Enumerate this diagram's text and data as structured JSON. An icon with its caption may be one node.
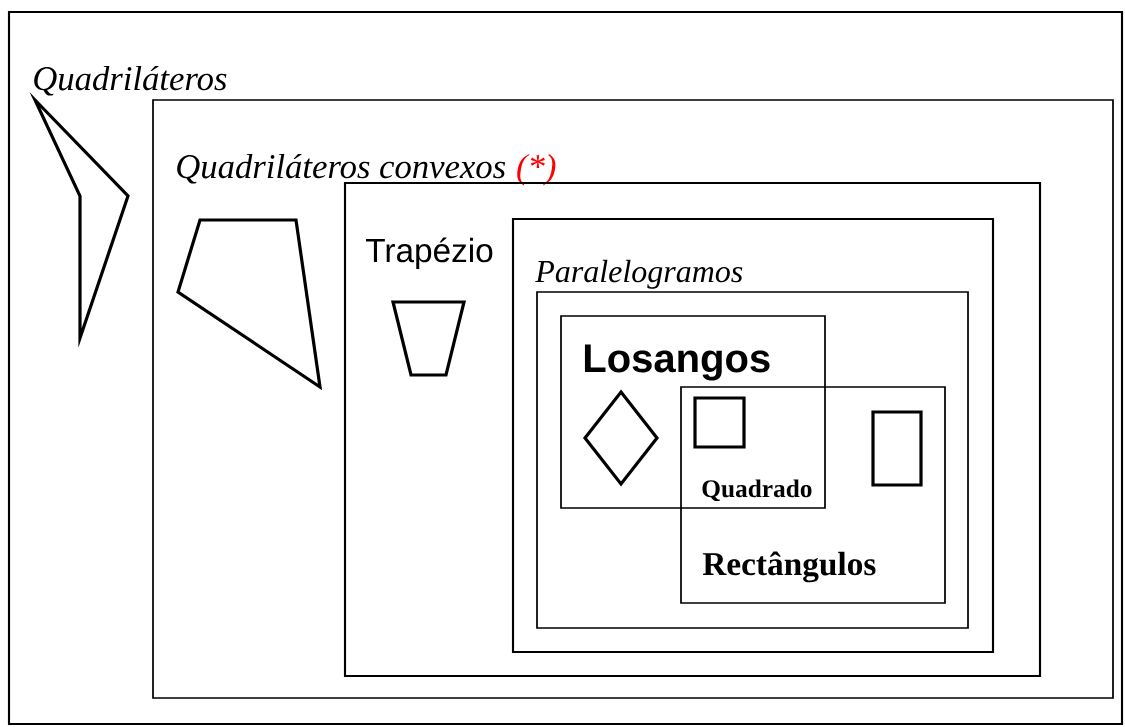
{
  "diagram": {
    "nodes": [
      {
        "text": [
          "Quadriláteros"
        ]
      },
      {
        "text": [
          "Quadriláteros convexos",
          "(*)"
        ],
        "in": 0
      },
      {
        "text": [
          "Trapézio"
        ],
        "in": 1
      },
      {
        "text": [],
        "shape": "box",
        "in": 2
      },
      {
        "text": [
          "Paralelogramos"
        ],
        "in": 3
      },
      {
        "text": [
          "Losangos"
        ],
        "in": 4
      },
      {
        "text": [
          "Rectângulos"
        ],
        "in": 4
      }
    ],
    "labels": [
      "Quadrado"
    ]
  }
}
